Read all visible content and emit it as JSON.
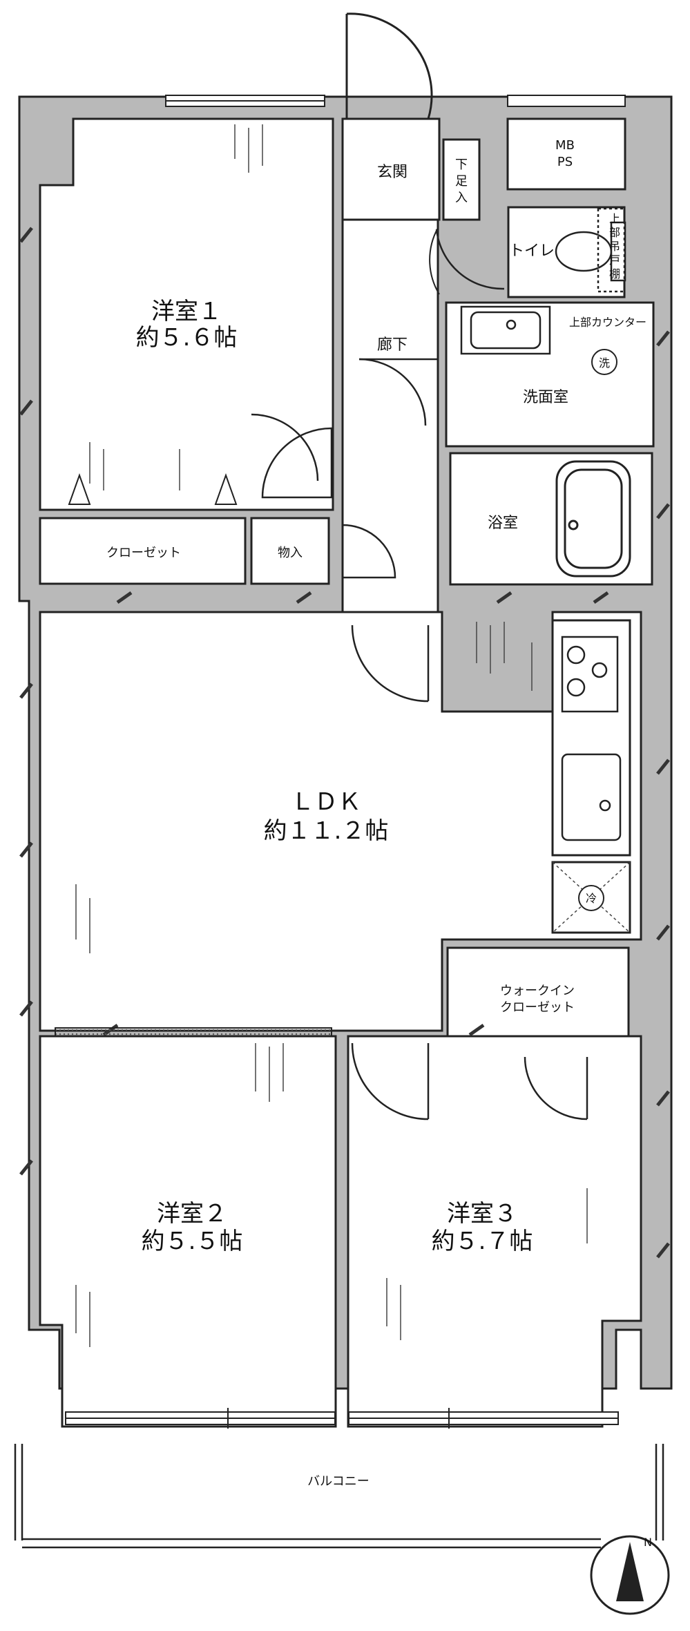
{
  "rooms": {
    "western1": {
      "name": "洋室１",
      "area": "約５.６帖"
    },
    "western2": {
      "name": "洋室２",
      "area": "約５.５帖"
    },
    "western3": {
      "name": "洋室３",
      "area": "約５.７帖"
    },
    "ldk": {
      "name": "ＬＤＫ",
      "area": "約１１.２帖"
    },
    "closet": "クローゼット",
    "storage": "物入",
    "walkin_line1": "ウォークイン",
    "walkin_line2": "クローゼット",
    "entrance": "玄関",
    "shoe_line1": "下",
    "shoe_line2": "足",
    "shoe_line3": "入",
    "mb": "MB",
    "ps": "PS",
    "toilet": "トイレ",
    "upper_cabinet": [
      "上",
      "部",
      "吊",
      "戸",
      "棚"
    ],
    "upper_counter": "上部カウンター",
    "washer_mark": "洗",
    "washroom": "洗面室",
    "bath": "浴室",
    "hallway": "廊下",
    "fridge_mark": "冷",
    "balcony": "バルコニー"
  },
  "compass": {
    "north_label": "N"
  },
  "colors": {
    "wall": "#b9b9b9",
    "line": "#222222",
    "hatch": "#333333"
  }
}
